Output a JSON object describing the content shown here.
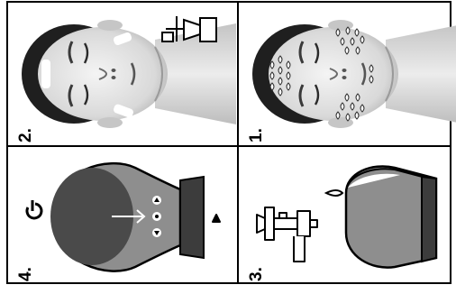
{
  "panels": [
    {
      "id": "panel-1",
      "label": "1.",
      "content": "face-droplets"
    },
    {
      "id": "panel-2",
      "label": "2.",
      "content": "face-cream-bottle"
    },
    {
      "id": "panel-3",
      "label": "3.",
      "content": "tap-filling-device"
    },
    {
      "id": "panel-4",
      "label": "4.",
      "content": "device-power-controls"
    }
  ],
  "icons": {
    "power": "power-icon",
    "arrow": "arrow-right-icon",
    "triangle": "triangle-up-icon"
  },
  "colors": {
    "frame": "#000000",
    "skin_light": "#e6e6e6",
    "skin_shadow": "#b8b8b8",
    "hair": "#1f1f1f",
    "device_body": "#8e8e8e",
    "device_dark": "#4a4a4a",
    "device_cap": "#3c3c3c",
    "background": "#ffffff"
  }
}
